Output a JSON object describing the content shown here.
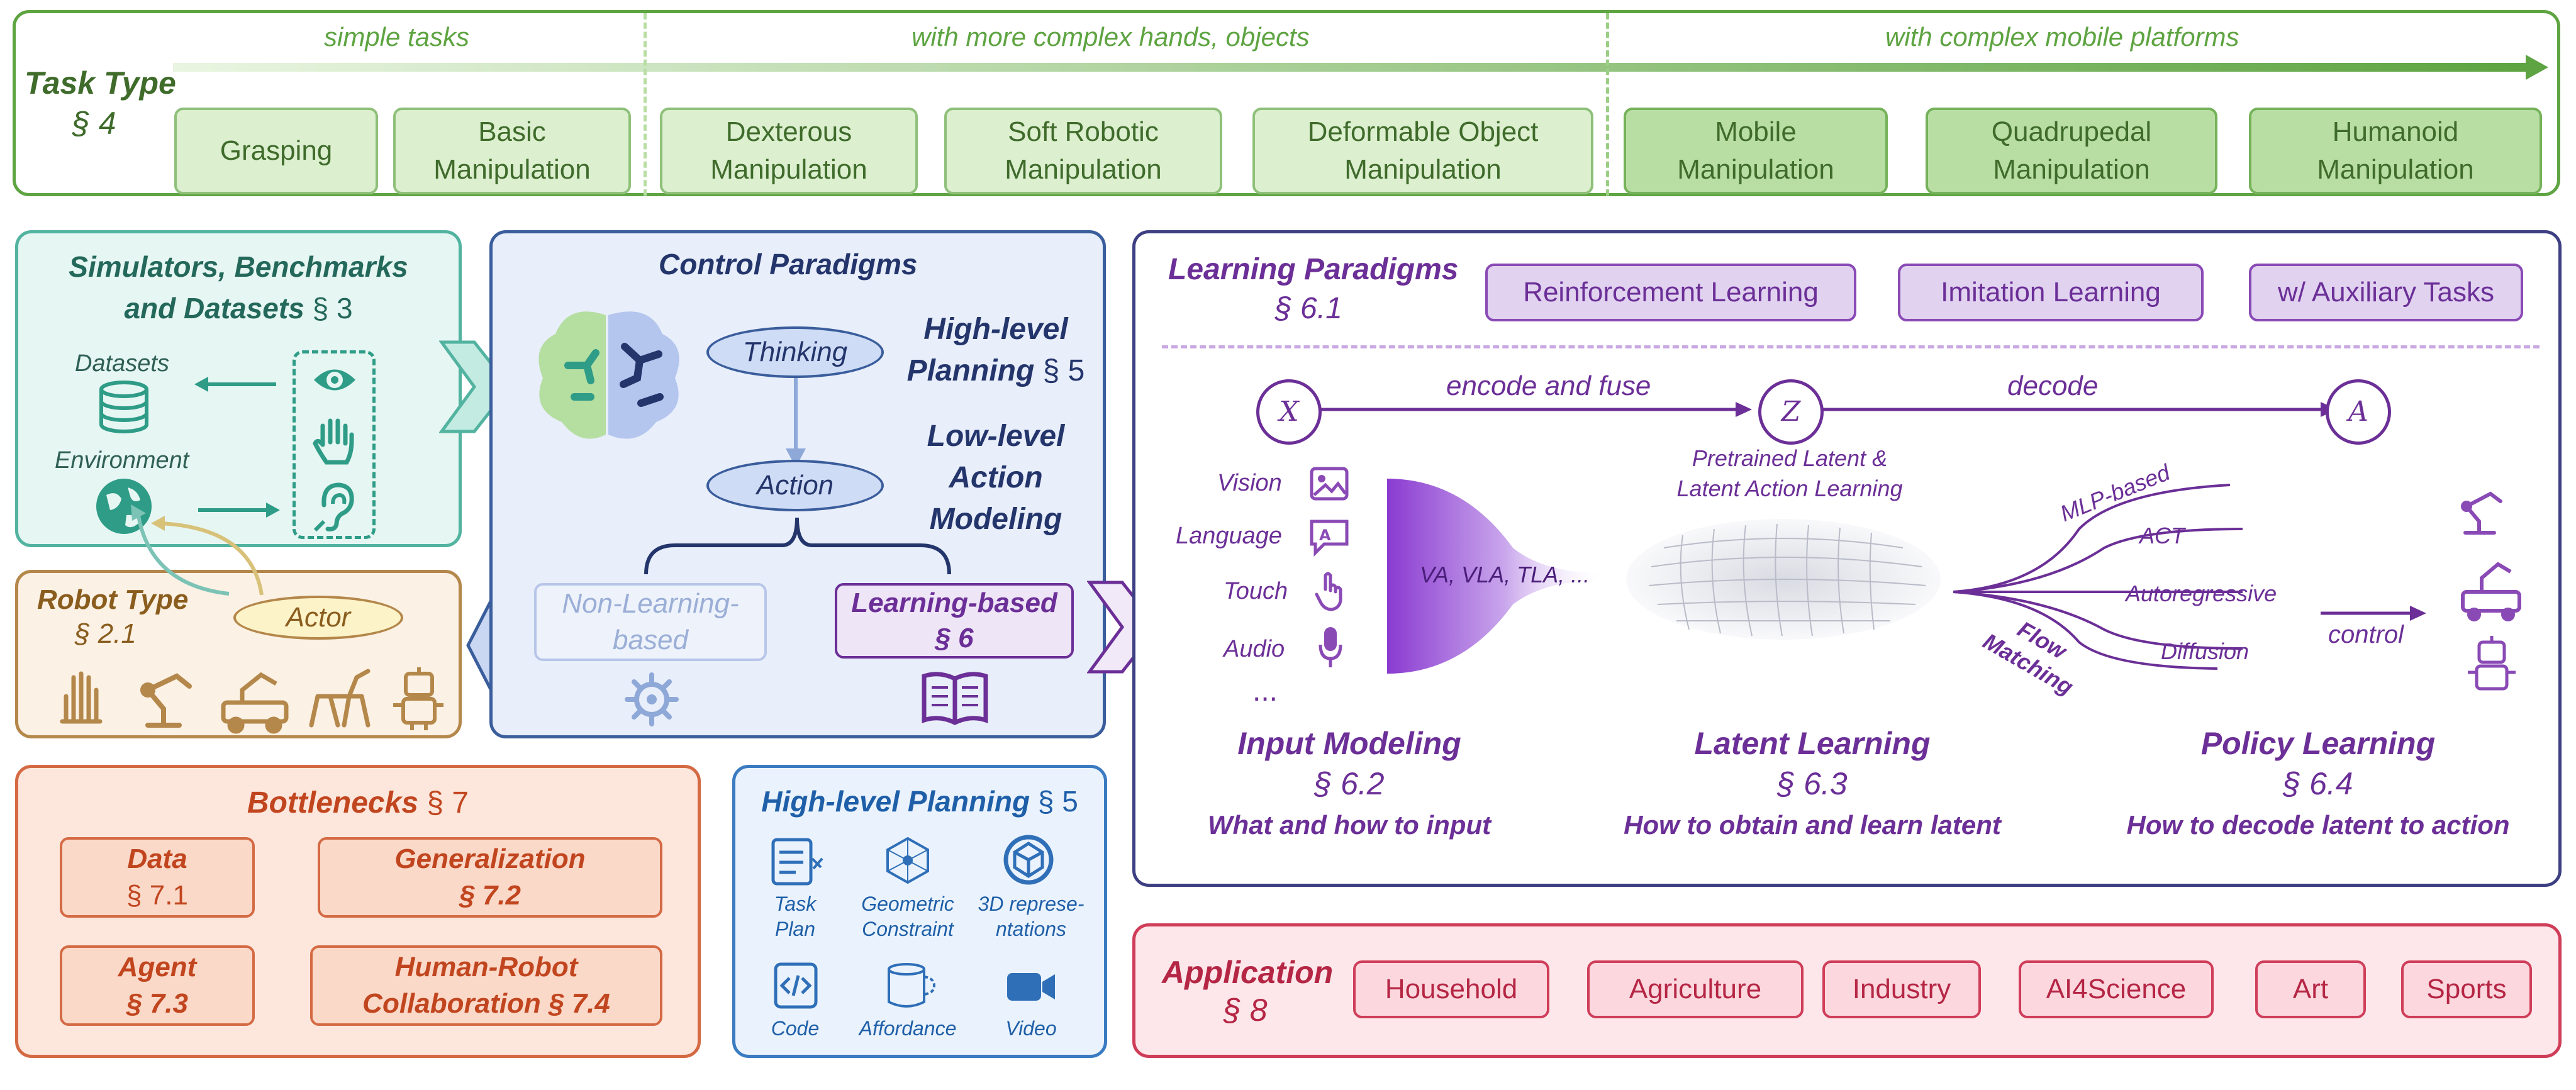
{
  "task_type": {
    "title": "Task Type",
    "section": "§ 4",
    "stages": [
      "simple tasks",
      "with more complex hands, objects",
      "with complex mobile platforms"
    ],
    "chips": [
      {
        "line1": "Grasping",
        "line2": ""
      },
      {
        "line1": "Basic",
        "line2": "Manipulation"
      },
      {
        "line1": "Dexterous",
        "line2": "Manipulation"
      },
      {
        "line1": "Soft Robotic",
        "line2": "Manipulation"
      },
      {
        "line1": "Deformable Object",
        "line2": "Manipulation"
      },
      {
        "line1": "Mobile",
        "line2": "Manipulation"
      },
      {
        "line1": "Quadrupedal",
        "line2": "Manipulation"
      },
      {
        "line1": "Humanoid",
        "line2": "Manipulation"
      }
    ]
  },
  "simulators": {
    "title_line1": "Simulators, Benchmarks",
    "title_line2": "and Datasets",
    "section": "§ 3",
    "datasets_label": "Datasets",
    "environment_label": "Environment"
  },
  "robot_type": {
    "title": "Robot Type",
    "section": "§ 2.1",
    "actor_label": "Actor"
  },
  "control": {
    "title": "Control Paradigms",
    "thinking": "Thinking",
    "action": "Action",
    "high_level_line1": "High-level",
    "high_level_line2": "Planning",
    "high_level_section": "§ 5",
    "low_level_line1": "Low-level",
    "low_level_line2": "Action",
    "low_level_line3": "Modeling",
    "non_learning_line1": "Non-Learning-",
    "non_learning_line2": "based",
    "learning_line1": "Learning-based",
    "learning_section": "§ 6"
  },
  "learning": {
    "title": "Learning Paradigms",
    "section": "§ 6.1",
    "paradigms": [
      "Reinforcement Learning",
      "Imitation Learning",
      "w/ Auxiliary Tasks"
    ],
    "nodes": [
      "X",
      "Z",
      "A"
    ],
    "edge1": "encode and fuse",
    "edge2": "decode",
    "inputs": [
      "Vision",
      "Language",
      "Touch",
      "Audio",
      "..."
    ],
    "funnel_label": "VA, VLA, TLA, ...",
    "latent_line1": "Pretrained Latent &",
    "latent_line2": "Latent Action Learning",
    "policies": [
      "MLP-based",
      "ACT",
      "Autoregressive",
      "Diffusion",
      "Flow",
      "Matching"
    ],
    "control_label": "control",
    "columns": [
      {
        "title": "Input Modeling",
        "section": "§ 6.2",
        "sub": "What and how to input"
      },
      {
        "title": "Latent Learning",
        "section": "§ 6.3",
        "sub": "How to obtain and learn latent"
      },
      {
        "title": "Policy Learning",
        "section": "§ 6.4",
        "sub": "How to decode latent to action"
      }
    ]
  },
  "bottlenecks": {
    "title": "Bottlenecks",
    "section": "§ 7",
    "items": [
      {
        "line1": "Data",
        "line2": "§ 7.1"
      },
      {
        "line1": "Generalization",
        "line2": "§ 7.2"
      },
      {
        "line1": "Agent",
        "line2": "§ 7.3"
      },
      {
        "line1": "Human-Robot",
        "line2": "Collaboration § 7.4"
      }
    ]
  },
  "hlp": {
    "title": "High-level Planning",
    "section": "§ 5",
    "items": [
      {
        "line1": "Task",
        "line2": "Plan"
      },
      {
        "line1": "Geometric",
        "line2": "Constraint"
      },
      {
        "line1": "3D represe-",
        "line2": "ntations"
      },
      {
        "line1": "Code",
        "line2": ""
      },
      {
        "line1": "Affordance",
        "line2": ""
      },
      {
        "line1": "Video",
        "line2": ""
      }
    ]
  },
  "application": {
    "title": "Application",
    "section": "§ 8",
    "items": [
      "Household",
      "Agriculture",
      "Industry",
      "AI4Science",
      "Art",
      "Sports"
    ]
  },
  "colors": {
    "green": "#5ea442",
    "teal": "#52b3a0",
    "brown": "#b4874a",
    "navy": "#3a5d9c",
    "purple": "#6b2f97",
    "orange": "#d46a44",
    "blue": "#3a7bc1",
    "crimson": "#cf3d59"
  }
}
